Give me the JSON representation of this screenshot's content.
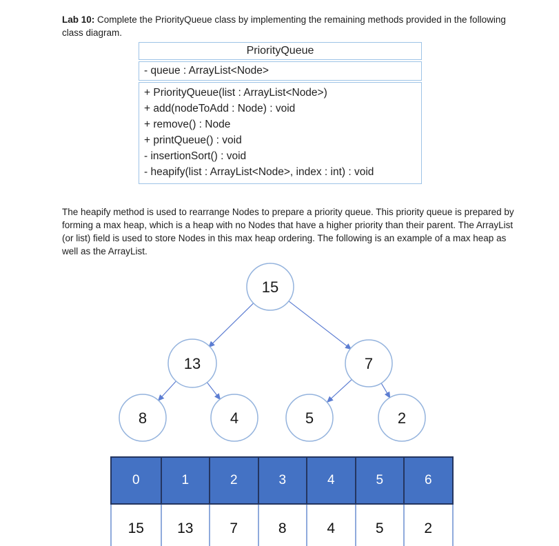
{
  "page": {
    "intro_label": "Lab 10:",
    "intro_text": "Complete the PriorityQueue class by implementing the remaining methods provided in the following class diagram.",
    "description": "The heapify method is used to rearrange Nodes to prepare a priority queue. This priority queue is prepared by forming a max heap, which is a heap with no Nodes that have a higher priority than their parent. The ArrayList (or list) field is used to store Nodes in this max heap ordering. The following is an example of a max heap as well as the ArrayList."
  },
  "class_diagram": {
    "title": "PriorityQueue",
    "attributes": [
      "- queue : ArrayList<Node>"
    ],
    "methods": [
      "+ PriorityQueue(list : ArrayList<Node>)",
      "+ add(nodeToAdd : Node) : void",
      "+ remove() : Node",
      "+ printQueue() : void",
      "- insertionSort() : void",
      "- heapify(list : ArrayList<Node>, index : int) : void"
    ]
  },
  "heap_tree": {
    "nodes": [
      {
        "value": "15"
      },
      {
        "value": "13"
      },
      {
        "value": "7"
      },
      {
        "value": "8"
      },
      {
        "value": "4"
      },
      {
        "value": "5"
      },
      {
        "value": "2"
      }
    ],
    "edges": [
      {
        "from": "15",
        "to": "13"
      },
      {
        "from": "15",
        "to": "7"
      },
      {
        "from": "13",
        "to": "8"
      },
      {
        "from": "13",
        "to": "4"
      },
      {
        "from": "7",
        "to": "5"
      },
      {
        "from": "7",
        "to": "2"
      }
    ]
  },
  "array_table": {
    "indices": [
      "0",
      "1",
      "2",
      "3",
      "4",
      "5",
      "6"
    ],
    "values": [
      "15",
      "13",
      "7",
      "8",
      "4",
      "5",
      "2"
    ]
  },
  "colors": {
    "table_header_fill": "#4472C4",
    "table_header_border": "#24355F",
    "table_light_border": "#8FAADC",
    "node_stroke": "#94B3DD",
    "arrow": "#5C7DD2",
    "class_box_border": "#9DC3E6"
  }
}
